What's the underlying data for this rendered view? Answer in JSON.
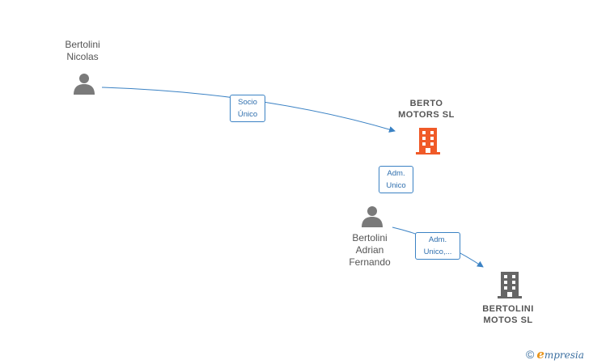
{
  "colors": {
    "edge": "#3b82c4",
    "person_icon": "#7a7a7a",
    "main_company_icon": "#f05a28",
    "company_icon": "#666666"
  },
  "nodes": {
    "nicolas": {
      "kind": "person",
      "icon": "person-icon",
      "line1": "Bertolini",
      "line2": "Nicolas"
    },
    "berto_motors": {
      "kind": "company",
      "icon": "building-icon",
      "line1": "BERTO",
      "line2": "MOTORS SL"
    },
    "adrian": {
      "kind": "person",
      "icon": "person-icon",
      "line1": "Bertolini",
      "line2": "Adrian",
      "line3": "Fernando"
    },
    "bertolini_motos": {
      "kind": "company",
      "icon": "building-icon",
      "line1": "BERTOLINI",
      "line2": "MOTOS SL"
    }
  },
  "edges": {
    "socio": {
      "from": "nicolas",
      "to": "berto_motors",
      "line1": "Socio",
      "line2": "Único"
    },
    "adm_berto": {
      "from": "adrian",
      "to": "berto_motors",
      "line1": "Adm.",
      "line2": "Unico"
    },
    "adm_motos": {
      "from": "adrian",
      "to": "bertolini_motos",
      "line1": "Adm.",
      "line2": "Unico,..."
    }
  },
  "brand": {
    "copyright": "©",
    "e": "e",
    "rest": "mpresia"
  }
}
